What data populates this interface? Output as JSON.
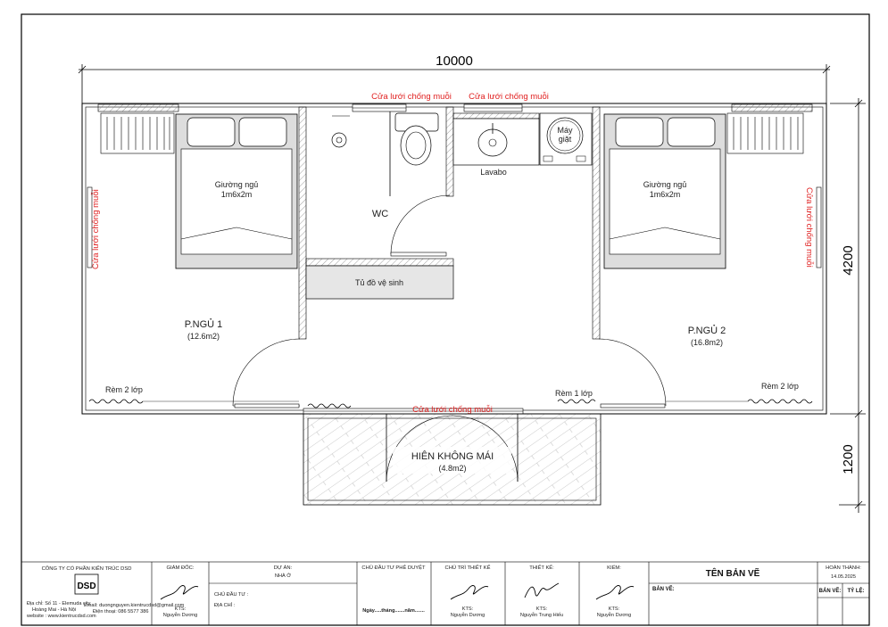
{
  "dimensions": {
    "width": "10000",
    "height_upper": "4200",
    "height_lower": "1200"
  },
  "openings": {
    "screen_top_left": "Cửa lưới chống muỗi",
    "screen_top_right": "Cửa lưới chống muỗi",
    "screen_left": "Cửa lưới chống muỗi",
    "screen_right": "Cửa lưới chống muỗi",
    "screen_bottom": "Cửa lưới chống muỗi"
  },
  "rooms": {
    "bed1_name": "P.NGỦ 1",
    "bed1_area": "(12.6m2)",
    "bed2_name": "P.NGỦ 2",
    "bed2_area": "(16.8m2)",
    "wc": "WC",
    "porch_name": "HIÊN KHÔNG MÁI",
    "porch_area": "(4.8m2)"
  },
  "furniture": {
    "bed_label_1": "Giường ngủ",
    "bed_size_1": "1m6x2m",
    "bed_label_2": "Giường ngủ",
    "bed_size_2": "1m6x2m",
    "cabinet": "Tủ đồ vệ sinh",
    "lavabo": "Lavabo",
    "washer_1": "Máy",
    "washer_2": "giặt",
    "curtain_left": "Rèm 2 lớp",
    "curtain_mid": "Rèm 1 lớp",
    "curtain_right": "Rèm 2 lớp"
  },
  "title_block": {
    "company": "CÔNG TY CỔ PHẦN KIẾN TRÚC DSD",
    "address_1": "Địa chỉ: Số 11 - Elemuda city,",
    "address_2": "Hoàng Mai - Hà Nội",
    "address_3": "website : www.kientrucdsd.com",
    "email": "Email: duongnguyen.kientrucdsd@gmail.com",
    "phone": "Điện thoại: 086 5577 386",
    "director_header": "GIÁM ĐỐC:",
    "director_title": "KTS:",
    "director_name": "Nguyễn Dương",
    "project_header": "DỰ ÁN:",
    "project_name": "NHÀ Ở",
    "owner_label": "CHỦ ĐẦU TƯ :",
    "address_label": "ĐỊA CHỈ :",
    "approve_header": "CHỦ ĐẦU TƯ PHÊ DUYỆT",
    "approve_date": "Ngày.....tháng.......năm.......",
    "lead_header": "CHỦ TRÌ THIẾT KẾ",
    "lead_title": "KTS:",
    "lead_name": "Nguyễn Dương",
    "design_header": "THIẾT KẾ:",
    "design_title": "KTS:",
    "design_name": "Nguyễn Trung Hiếu",
    "check_header": "KIỂM:",
    "check_title": "KTS:",
    "check_name": "Nguyễn Dương",
    "drawing_title": "TÊN BẢN VẼ",
    "drawing_label": "BẢN VẼ:",
    "complete_header": "HOÀN THÀNH:",
    "complete_date": "14.05.2025",
    "sheet_label": "BẢN VẼ:",
    "scale_label": "TỶ LỆ:",
    "logo_text": "DSD"
  }
}
